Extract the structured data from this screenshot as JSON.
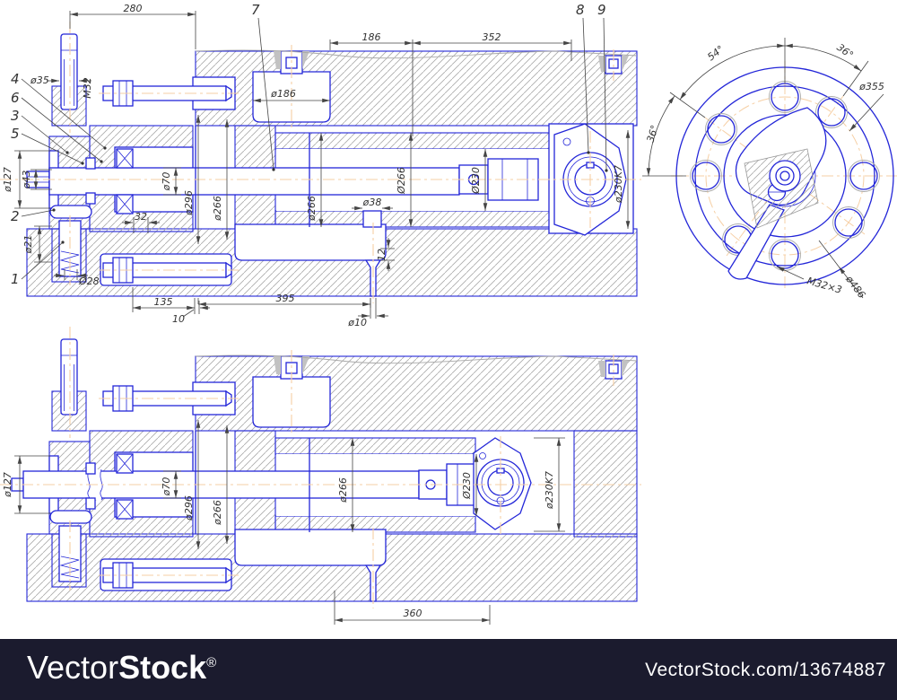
{
  "colors": {
    "line_blue": "#2326d8",
    "hatch_gray": "#ababab",
    "centerline_peach": "#f6cfa4",
    "dim_gray": "#454545",
    "watermark_bg": "#1b1b2e",
    "watermark_text": "#ffffff",
    "paper": "#ffffff"
  },
  "top_view": {
    "callouts": {
      "c1": "1",
      "c2": "2",
      "c3": "3",
      "c4": "4",
      "c5": "5",
      "c6": "6",
      "c7": "7",
      "c8": "8",
      "c9": "9"
    },
    "dims": {
      "d280": "280",
      "d186": "186",
      "d352": "352",
      "dia35": "ø35",
      "m32": "M32",
      "dia186": "ø186",
      "dia127": "ø127",
      "dia43": "ø43",
      "dia70": "ø70",
      "dia296": "ø296",
      "dia266_housing": "ø266",
      "dia266_head": "ø266",
      "dia266_bore": "Ø266",
      "dia230_rod": "Ø230",
      "dia230k7": "ø230K7",
      "d32": "32",
      "dia21": "ø21",
      "dia28": "Ø28",
      "d135": "135",
      "d10": "10",
      "d395": "395",
      "dia38": "ø38",
      "d12": "12",
      "dia10": "ø10"
    }
  },
  "circular_view": {
    "dims": {
      "a54": "54°",
      "a36_top": "36°",
      "a36_left": "36°",
      "dia355": "ø355",
      "m32x3": "M32×3",
      "dia486": "ø486"
    }
  },
  "bottom_view": {
    "dims": {
      "dia127": "ø127",
      "dia70": "ø70",
      "dia296": "ø296",
      "dia266_housing": "ø266",
      "dia266_bore": "ø266",
      "dia230_rod": "Ø230",
      "dia230k7": "ø230K7",
      "d360": "360"
    }
  },
  "watermark": {
    "brand_prefix": "Vector",
    "brand_suffix": "Stock",
    "registered": "®",
    "site_credit": "VectorStock.com/13674887"
  }
}
